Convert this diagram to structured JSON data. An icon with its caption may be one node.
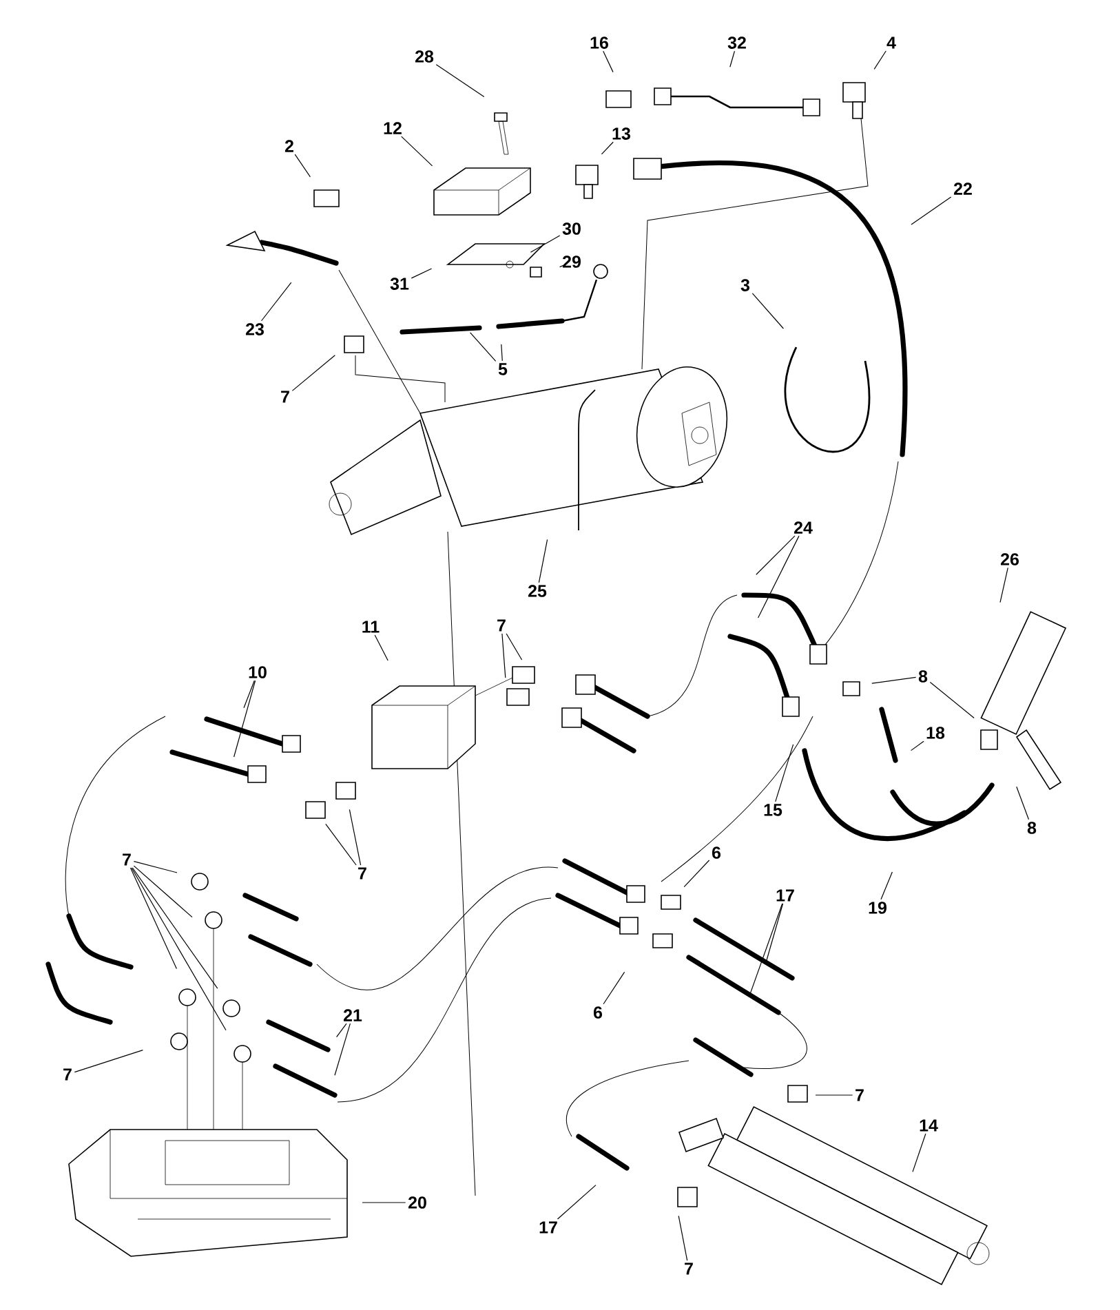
{
  "diagram": {
    "nodes": [
      {
        "text": [
          "16"
        ]
      },
      {
        "text": [
          "32"
        ]
      },
      {
        "text": [
          "4"
        ]
      },
      {
        "text": [
          "28"
        ]
      },
      {
        "text": [
          "12"
        ]
      },
      {
        "text": [
          "13"
        ]
      },
      {
        "text": [
          "2"
        ]
      },
      {
        "text": [
          "22"
        ]
      },
      {
        "text": [
          "30"
        ]
      },
      {
        "text": [
          "29"
        ]
      },
      {
        "text": [
          "31"
        ]
      },
      {
        "text": [
          "3"
        ]
      },
      {
        "text": [
          "23"
        ]
      },
      {
        "text": [
          "5"
        ]
      },
      {
        "text": [
          "7"
        ]
      },
      {
        "text": [
          "24"
        ]
      },
      {
        "text": [
          "26"
        ]
      },
      {
        "text": [
          "25"
        ]
      },
      {
        "text": [
          "11"
        ]
      },
      {
        "text": [
          "7"
        ]
      },
      {
        "text": [
          "10"
        ]
      },
      {
        "text": [
          "8"
        ]
      },
      {
        "text": [
          "18"
        ]
      },
      {
        "text": [
          "15"
        ]
      },
      {
        "text": [
          "8"
        ]
      },
      {
        "text": [
          "6"
        ]
      },
      {
        "text": [
          "7"
        ]
      },
      {
        "text": [
          "7"
        ]
      },
      {
        "text": [
          "17"
        ]
      },
      {
        "text": [
          "19"
        ]
      },
      {
        "text": [
          "21"
        ]
      },
      {
        "text": [
          "6"
        ]
      },
      {
        "text": [
          "7"
        ]
      },
      {
        "text": [
          "7"
        ]
      },
      {
        "text": [
          "14"
        ]
      },
      {
        "text": [
          "20"
        ]
      },
      {
        "text": [
          "17"
        ]
      },
      {
        "text": [
          "7"
        ]
      }
    ],
    "edges": [
      {
        "from": 0,
        "to": null,
        "arrow": "none"
      },
      {
        "from": 1,
        "to": null,
        "arrow": "none"
      },
      {
        "from": 2,
        "to": null,
        "arrow": "none"
      },
      {
        "from": 3,
        "to": null,
        "arrow": "none"
      },
      {
        "from": 4,
        "to": null,
        "arrow": "none"
      },
      {
        "from": 5,
        "to": null,
        "arrow": "none"
      },
      {
        "from": 6,
        "to": null,
        "arrow": "none"
      },
      {
        "from": 7,
        "to": null,
        "arrow": "none"
      },
      {
        "from": 8,
        "to": null,
        "arrow": "none"
      },
      {
        "from": 9,
        "to": null,
        "arrow": "none"
      },
      {
        "from": 10,
        "to": null,
        "arrow": "none"
      },
      {
        "from": 11,
        "to": null,
        "arrow": "none"
      },
      {
        "from": 12,
        "to": null,
        "arrow": "none"
      },
      {
        "from": 13,
        "to": null,
        "arrow": "none"
      },
      {
        "from": 13,
        "to": null,
        "arrow": "none"
      },
      {
        "from": 14,
        "to": null,
        "arrow": "none"
      },
      {
        "from": 15,
        "to": null,
        "arrow": "none"
      },
      {
        "from": 15,
        "to": null,
        "arrow": "none"
      },
      {
        "from": 16,
        "to": null,
        "arrow": "none"
      },
      {
        "from": 17,
        "to": null,
        "arrow": "none"
      },
      {
        "from": 18,
        "to": null,
        "arrow": "none"
      },
      {
        "from": 19,
        "to": null,
        "arrow": "none"
      },
      {
        "from": 19,
        "to": null,
        "arrow": "none"
      },
      {
        "from": 20,
        "to": null,
        "arrow": "none"
      },
      {
        "from": 20,
        "to": null,
        "arrow": "none"
      },
      {
        "from": 21,
        "to": null,
        "arrow": "none"
      },
      {
        "from": 21,
        "to": null,
        "arrow": "none"
      },
      {
        "from": 22,
        "to": null,
        "arrow": "none"
      },
      {
        "from": 23,
        "to": null,
        "arrow": "none"
      },
      {
        "from": 24,
        "to": null,
        "arrow": "none"
      },
      {
        "from": 25,
        "to": null,
        "arrow": "none"
      },
      {
        "from": 26,
        "to": null,
        "arrow": "none"
      },
      {
        "from": 26,
        "to": null,
        "arrow": "none"
      },
      {
        "from": 26,
        "to": null,
        "arrow": "none"
      },
      {
        "from": 26,
        "to": null,
        "arrow": "none"
      },
      {
        "from": 26,
        "to": null,
        "arrow": "none"
      },
      {
        "from": 27,
        "to": null,
        "arrow": "none"
      },
      {
        "from": 27,
        "to": null,
        "arrow": "none"
      },
      {
        "from": 28,
        "to": null,
        "arrow": "none"
      },
      {
        "from": 28,
        "to": null,
        "arrow": "none"
      },
      {
        "from": 29,
        "to": null,
        "arrow": "none"
      },
      {
        "from": 30,
        "to": null,
        "arrow": "none"
      },
      {
        "from": 30,
        "to": null,
        "arrow": "none"
      },
      {
        "from": 31,
        "to": null,
        "arrow": "none"
      },
      {
        "from": 32,
        "to": null,
        "arrow": "none"
      },
      {
        "from": 33,
        "to": null,
        "arrow": "none"
      },
      {
        "from": 34,
        "to": null,
        "arrow": "none"
      },
      {
        "from": 35,
        "to": null,
        "arrow": "none"
      },
      {
        "from": 36,
        "to": null,
        "arrow": "none"
      },
      {
        "from": 37,
        "to": null,
        "arrow": "none"
      }
    ]
  }
}
